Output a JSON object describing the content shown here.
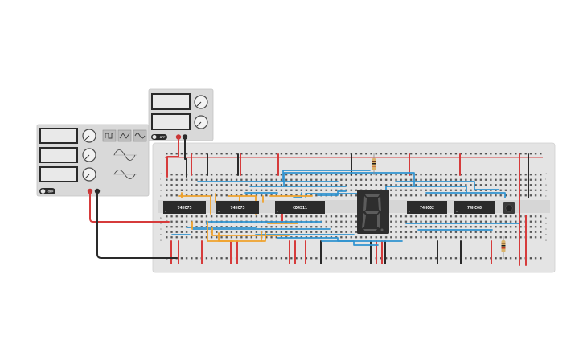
{
  "colors": {
    "breadboard": "#e4e4e4",
    "chip": "#2b2b2b",
    "wire_red": "#d63b3b",
    "wire_black": "#2a2a2a",
    "wire_blue": "#2f93d0",
    "wire_orange": "#f0a22c",
    "instrument_body": "#d9d9d9",
    "display_digit": "#5c5c5c"
  },
  "chips": [
    {
      "name": "chip-74hc73-a",
      "label": "74HC73"
    },
    {
      "name": "chip-74hc73-b",
      "label": "74HC73"
    },
    {
      "name": "chip-cd4511",
      "label": "CD4511"
    },
    {
      "name": "chip-74hc02",
      "label": "74HC02"
    },
    {
      "name": "chip-74hc08",
      "label": "74HC08"
    }
  ],
  "seven_segment": {
    "digit": "8"
  },
  "instruments": {
    "function_generator": {
      "waveforms": [
        "square-wave-icon",
        "triangle-wave-icon",
        "sine-wave-icon"
      ],
      "toggle_label": "OFF"
    },
    "power_supply": {
      "toggle_label": "OFF"
    }
  },
  "icons": [
    "square-wave-icon",
    "triangle-wave-icon",
    "sine-wave-icon",
    "knob-icon",
    "resistor-icon",
    "pushbutton-icon"
  ]
}
